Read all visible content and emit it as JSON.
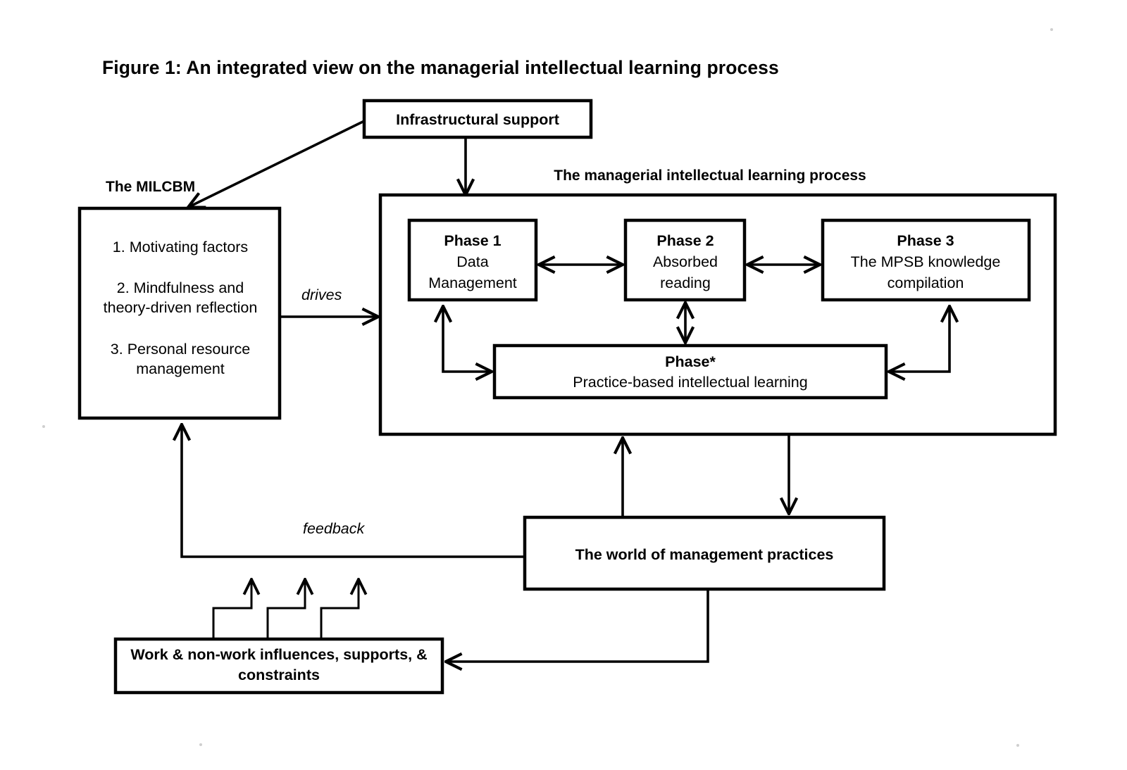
{
  "figure": {
    "title": "Figure 1: An integrated view on the managerial intellectual learning process"
  },
  "labels": {
    "milcbm_caption": "The MILCBM",
    "process_caption": "The managerial intellectual learning process",
    "drives": "drives",
    "feedback": "feedback"
  },
  "nodes": {
    "infrastructural_support": {
      "text": "Infrastructural support"
    },
    "milcbm": {
      "item1": "1. Motivating factors",
      "item2_line1": "2. Mindfulness and",
      "item2_line2": "theory-driven reflection",
      "item3_line1": "3. Personal resource",
      "item3_line2": "management"
    },
    "phase1": {
      "title": "Phase 1",
      "line1": "Data",
      "line2": "Management"
    },
    "phase2": {
      "title": "Phase 2",
      "line1": "Absorbed",
      "line2": "reading"
    },
    "phase3": {
      "title": "Phase 3",
      "line1": "The MPSB knowledge",
      "line2": "compilation"
    },
    "phase_star": {
      "title": "Phase*",
      "line1": "Practice-based intellectual learning"
    },
    "world_practices": {
      "text": "The world of management practices"
    },
    "work_influences": {
      "line1": "Work & non-work influences, supports, &",
      "line2": "constraints"
    }
  },
  "colors": {
    "stroke": "#000000",
    "background": "#ffffff",
    "text": "#000000"
  }
}
